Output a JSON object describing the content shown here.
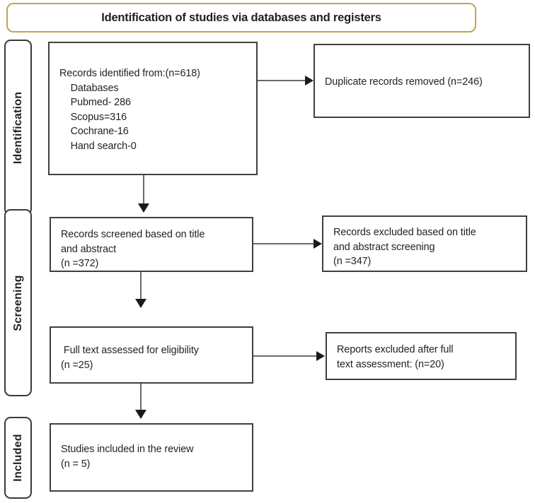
{
  "banner": {
    "title": "Identification of studies via databases and registers",
    "border_color": "#bda551"
  },
  "stages": [
    {
      "id": "identification",
      "label": "Identification"
    },
    {
      "id": "screening",
      "label": "Screening"
    },
    {
      "id": "included",
      "label": "Included"
    }
  ],
  "boxes": {
    "records_identified": {
      "name": "records-identified-box",
      "text": "Records identified from:(n=618)\n    Databases\n    Pubmed- 286\n    Scopus=316\n    Cochrane-16\n    Hand search-0"
    },
    "duplicates_removed": {
      "name": "duplicate-records-removed-box",
      "text": "Duplicate records removed (n=246)"
    },
    "records_screened": {
      "name": "records-screened-box",
      "text": "Records screened based on title\nand abstract\n(n =372)"
    },
    "records_excluded": {
      "name": "records-excluded-box",
      "text": "Records excluded based on title\nand abstract screening\n(n =347)"
    },
    "full_text_assessed": {
      "name": "full-text-assessed-box",
      "text": " Full text assessed for eligibility\n(n =25)"
    },
    "reports_excluded": {
      "name": "reports-excluded-box",
      "text": "Reports excluded after full\ntext assessment: (n=20)"
    },
    "studies_included": {
      "name": "studies-included-box",
      "text": "Studies included in the review\n(n = 5)"
    }
  },
  "connectors": [
    {
      "name": "arrow-identified-to-duplicates",
      "direction": "right"
    },
    {
      "name": "arrow-identified-to-screened",
      "direction": "down"
    },
    {
      "name": "arrow-screened-to-excluded",
      "direction": "right"
    },
    {
      "name": "arrow-screened-to-fulltext",
      "direction": "down"
    },
    {
      "name": "arrow-fulltext-to-reports-excluded",
      "direction": "right"
    },
    {
      "name": "arrow-fulltext-to-included",
      "direction": "down"
    }
  ],
  "colors": {
    "banner_border": "#bda551",
    "box_border": "#3f3f3f",
    "stage_border": "#3a3a3a",
    "connector_line": "#6b6b6b",
    "arrow_head": "#1a1a1a",
    "text": "#231f20"
  }
}
